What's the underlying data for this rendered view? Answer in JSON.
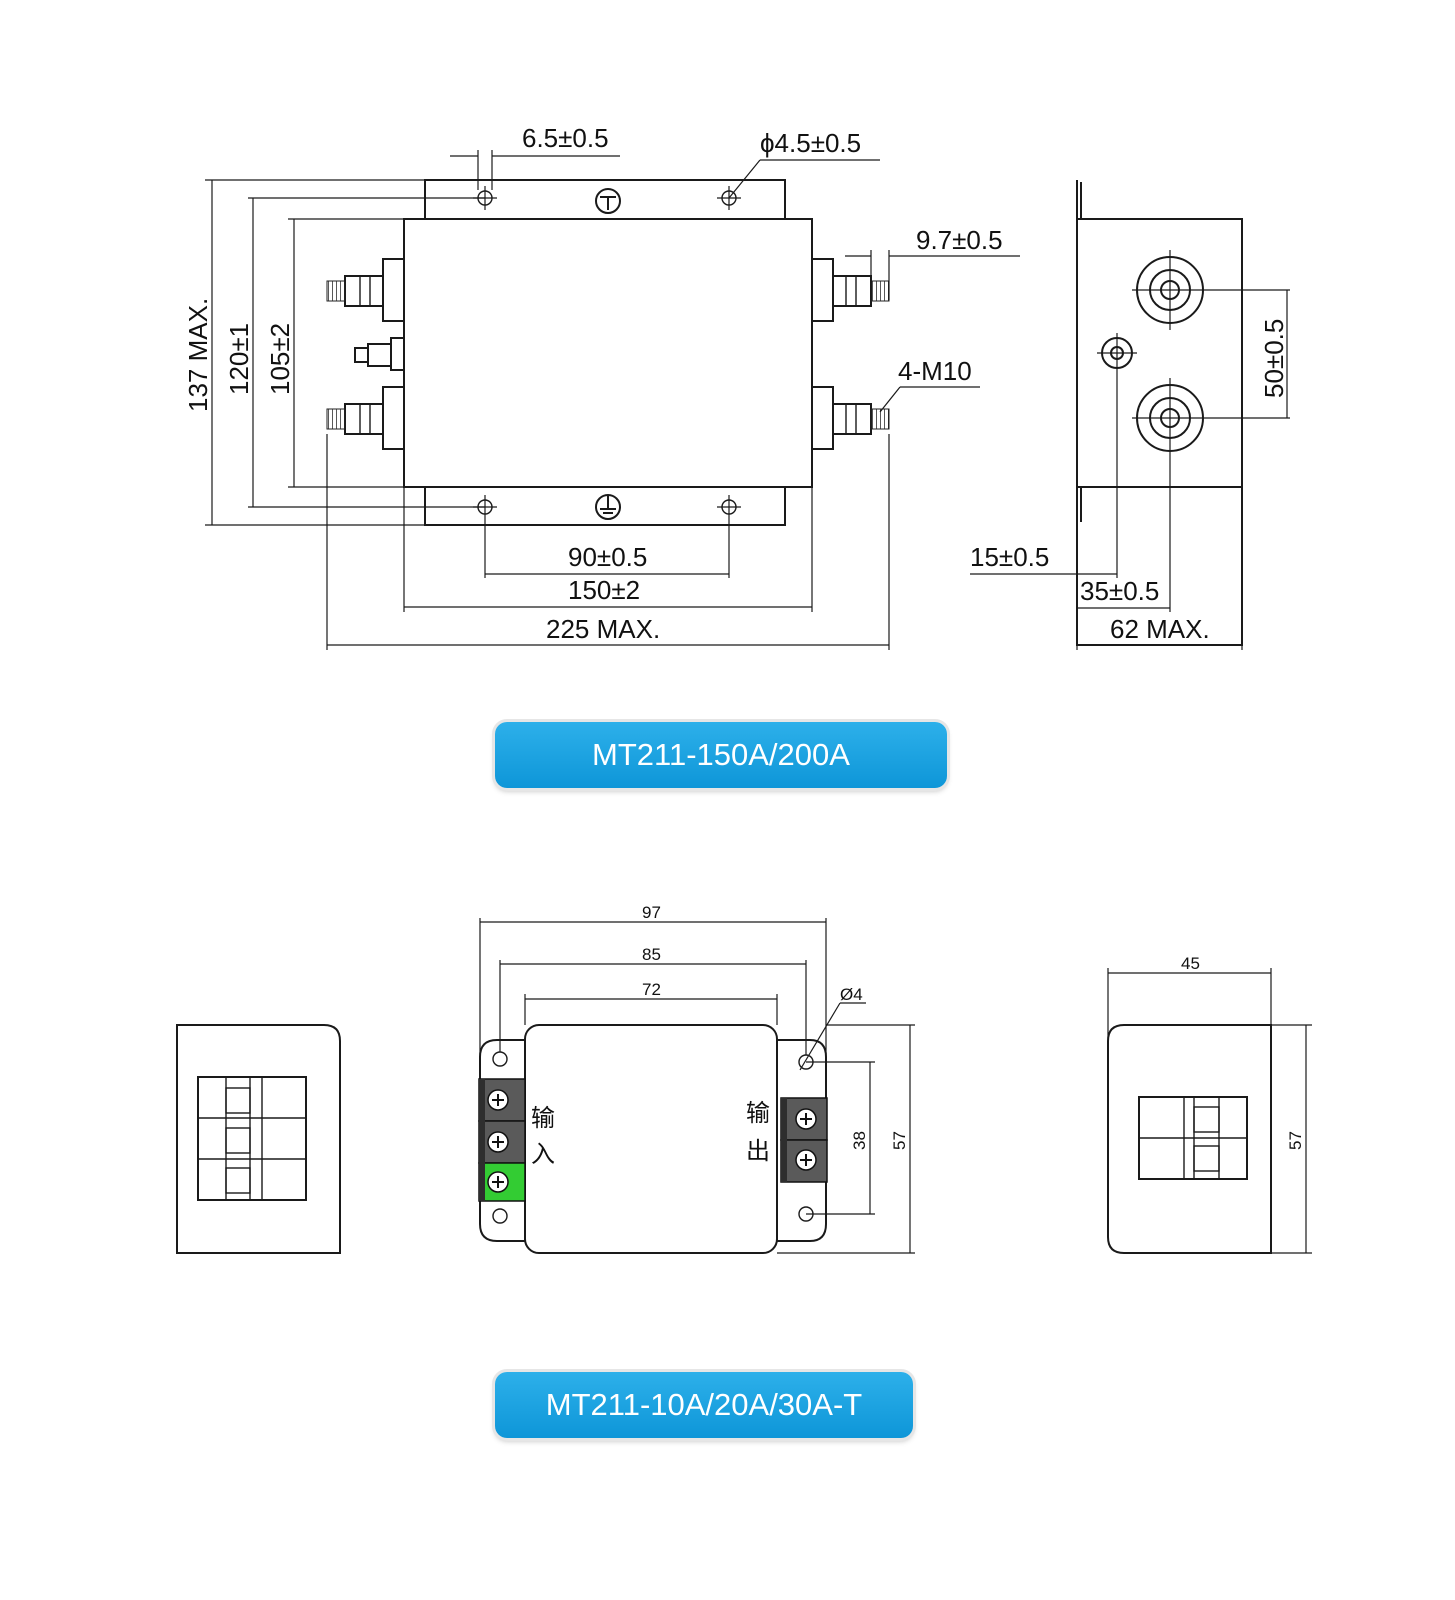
{
  "top_drawing": {
    "dimensions": {
      "hole_offset": "6.5±0.5",
      "hole_dia": "ϕ4.5±0.5",
      "terminal_offset": "9.7±0.5",
      "thread": "4-M10",
      "height_max": "137 MAX.",
      "mount_height": "120±1",
      "body_height": "105±2",
      "hole_spacing": "90±0.5",
      "body_length": "150±2",
      "total_length": "225 MAX.",
      "side_terminal_spacing": "50±0.5",
      "side_offset_a": "15±0.5",
      "side_offset_b": "35±0.5",
      "side_depth": "62 MAX."
    },
    "model_label": "MT211-150A/200A"
  },
  "bottom_drawing": {
    "dimensions": {
      "overall_width": "97",
      "hole_spacing": "85",
      "body_width": "72",
      "hole_dia": "Ø4",
      "terminal_height": "38",
      "body_height": "57",
      "side_depth": "45",
      "side_height": "57"
    },
    "input_label_1": "输",
    "input_label_2": "入",
    "output_label_1": "输",
    "output_label_2": "出",
    "model_label": "MT211-10A/20A/30A-T"
  },
  "colors": {
    "badge": "#1aa3e3",
    "ground_terminal": "#33cc33"
  }
}
